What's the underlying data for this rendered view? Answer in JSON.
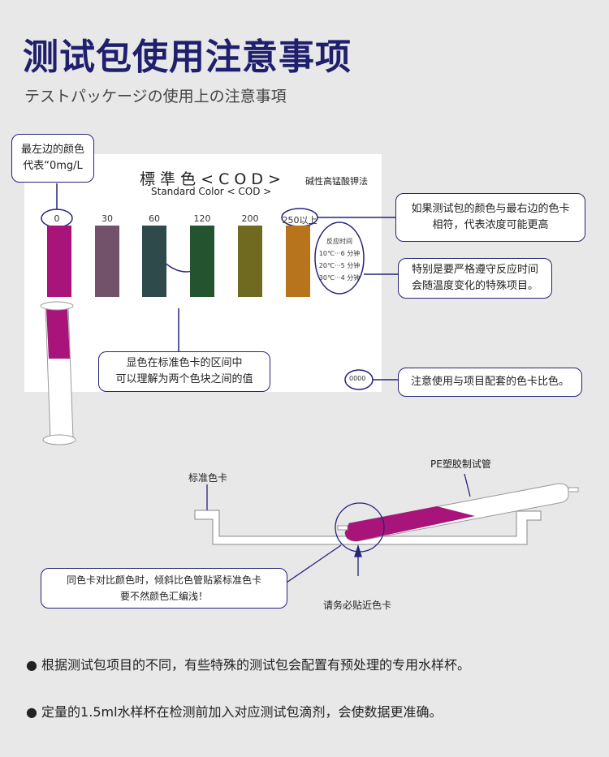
{
  "header": {
    "title": "测试包使用注意事项",
    "subtitle": "テストパッケージの使用上の注意事項"
  },
  "card": {
    "title": "標 準 色 < C O D >",
    "subtitle": "Standard Color < COD >",
    "method": "碱性高锰酸钾法",
    "swatches": [
      {
        "label": "0",
        "color": "#a8147a"
      },
      {
        "label": "30",
        "color": "#72526b"
      },
      {
        "label": "60",
        "color": "#2f4a4a"
      },
      {
        "label": "120",
        "color": "#23542f"
      },
      {
        "label": "200",
        "color": "#6f6a1f"
      },
      {
        "label": "250以上",
        "color": "#b8741c"
      }
    ],
    "reaction": {
      "title": "反应时间",
      "rows": [
        "10℃···6 分钟",
        "20℃···5 分钟",
        "30℃···4 分钟"
      ]
    },
    "code": "0000"
  },
  "callouts": {
    "left": [
      "最左边的颜色",
      "代表“0mg/L"
    ],
    "right_top": [
      "如果测试包的颜色与最右边的色卡",
      "相符，代表浓度可能更高"
    ],
    "right_mid": [
      "特别是要严格遵守反应时间",
      "会随温度变化的特殊项目。"
    ],
    "middle": [
      "显色在标准色卡的区间中",
      "可以理解为两个色块之间的值"
    ],
    "right_bottom": "注意使用与项目配套的色卡比色。"
  },
  "diagram": {
    "card_label": "标准色卡",
    "tube_label": "PE塑胶制试管",
    "tip": [
      "同色卡对比颜色时，倾斜比色管贴紧标准色卡",
      "要不然颜色汇编浅！"
    ],
    "arrow_label": "请务必贴近色卡"
  },
  "notes": [
    "根据测试包项目的不同，有些特殊的测试包会配置有预处理的专用水样杯。",
    "定量的1.5ml水样杯在检测前加入对应测试包滴剂，会使数据更准确。"
  ],
  "colors": {
    "accent": "#26237a",
    "magenta": "#a8147a"
  }
}
